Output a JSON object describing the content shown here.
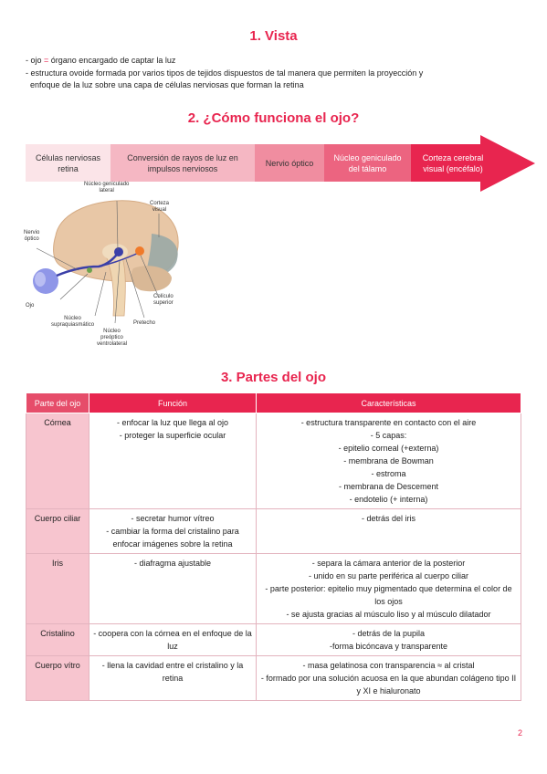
{
  "headings": {
    "h1": "1. Vista",
    "h2": "2. ¿Cómo funciona el ojo?",
    "h3": "3. Partes del ojo"
  },
  "intro": {
    "line1_a": "- ojo ",
    "line1_eq": "=",
    "line1_b": " órgano encargado de captar la luz",
    "line2": "- estructura ovoide formada por varios tipos de tejidos dispuestos de tal manera que permiten la proyección y",
    "line3": "enfoque de la luz sobre una capa de células nerviosas que forman la retina"
  },
  "flow": [
    {
      "label": "Células nerviosas retina",
      "color": "#fbe4e8"
    },
    {
      "label": "Conversión de rayos de luz en impulsos nerviosos",
      "color": "#f5b7c3"
    },
    {
      "label": "Nervio óptico",
      "color": "#f08da0"
    },
    {
      "label": "Núcleo geniculado del tálamo",
      "color": "#ec6480"
    },
    {
      "label": "Corteza cerebral visual (encéfalo)",
      "color": "#e8254f"
    }
  ],
  "figure": {
    "labels": {
      "ngl": "Núcleo geniculado\nlateral",
      "corteza": "Corteza\nvisual",
      "nervio": "Nervio\nóptico",
      "ojo": "Ojo",
      "colliculo": "Colículo\nsuperior",
      "supra": "Núcleo\nsupraquiasmático",
      "pretecho": "Pretecho",
      "preoptico": "Núcleo\npreóptico\nventrolateral"
    }
  },
  "table": {
    "headers": [
      "Parte del ojo",
      "Función",
      "Características"
    ],
    "rows": [
      {
        "part": "Córnea",
        "fn": [
          "- enfocar la luz que llega al ojo",
          "- proteger la superficie ocular"
        ],
        "char": [
          "- estructura transparente en contacto con el aire",
          "- 5 capas:",
          "- epitelio corneal (+externa)",
          "- membrana de Bowman",
          "- estroma",
          "- membrana de Descement",
          "- endotelio (+ interna)"
        ]
      },
      {
        "part": "Cuerpo ciliar",
        "fn": [
          "- secretar humor vítreo",
          "- cambiar la forma del cristalino para enfocar imágenes sobre la retina"
        ],
        "char": [
          "- detrás del iris"
        ]
      },
      {
        "part": "Iris",
        "fn": [
          "- diafragma ajustable"
        ],
        "char": [
          "- separa la cámara anterior de la posterior",
          "- unido en su parte periférica al cuerpo ciliar",
          "- parte posterior: epitelio muy pigmentado que determina el color de los ojos",
          "- se ajusta gracias al músculo liso y al músculo dilatador"
        ]
      },
      {
        "part": "Cristalino",
        "fn": [
          "- coopera con la córnea en el enfoque de la luz"
        ],
        "char": [
          "- detrás de la pupila",
          "-forma bicóncava y transparente"
        ]
      },
      {
        "part": "Cuerpo vítro",
        "fn": [
          "- llena la cavidad entre el cristalino y la retina"
        ],
        "char": [
          "- masa gelatinosa con transparencia ≈ al cristal",
          "- formado por una solución acuosa en la que abundan colágeno tipo II y XI e hialuronato"
        ]
      }
    ]
  },
  "page_number": "2",
  "colors": {
    "accent": "#e8254f",
    "row_part_bg": "#f7c5cf"
  }
}
